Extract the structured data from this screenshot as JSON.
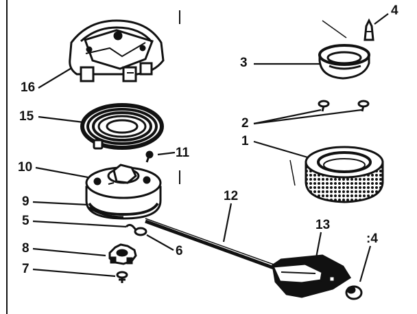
{
  "diagram": {
    "ink_color": "#111111",
    "paper_color": "#ffffff",
    "parts": [
      {
        "key": "p16",
        "label": "16",
        "depicts": "starter-housing-cup"
      },
      {
        "key": "p15",
        "label": "15",
        "depicts": "recoil-spring-coil"
      },
      {
        "key": "p11",
        "label": "11",
        "depicts": "small-screw"
      },
      {
        "key": "p10",
        "label": "10",
        "depicts": "pulley-top"
      },
      {
        "key": "p9",
        "label": "9",
        "depicts": "pulley-rim"
      },
      {
        "key": "p5",
        "label": "5",
        "depicts": "spring-clip"
      },
      {
        "key": "p6",
        "label": "6",
        "depicts": "washer"
      },
      {
        "key": "p8",
        "label": "8",
        "depicts": "pawl-gear"
      },
      {
        "key": "p7",
        "label": "7",
        "depicts": "center-screw"
      },
      {
        "key": "p12",
        "label": "12",
        "depicts": "starter-rope"
      },
      {
        "key": "p13",
        "label": "13",
        "depicts": "t-handle"
      },
      {
        "key": "p14b",
        "label": ":4",
        "depicts": "rope-end-cap"
      },
      {
        "key": "p4",
        "label": "4",
        "depicts": "pin"
      },
      {
        "key": "p3",
        "label": "3",
        "depicts": "retainer-ring"
      },
      {
        "key": "p2",
        "label": "2",
        "depicts": "mounting-screws"
      },
      {
        "key": "p1",
        "label": "1",
        "depicts": "knurled-starter-ring"
      }
    ]
  }
}
